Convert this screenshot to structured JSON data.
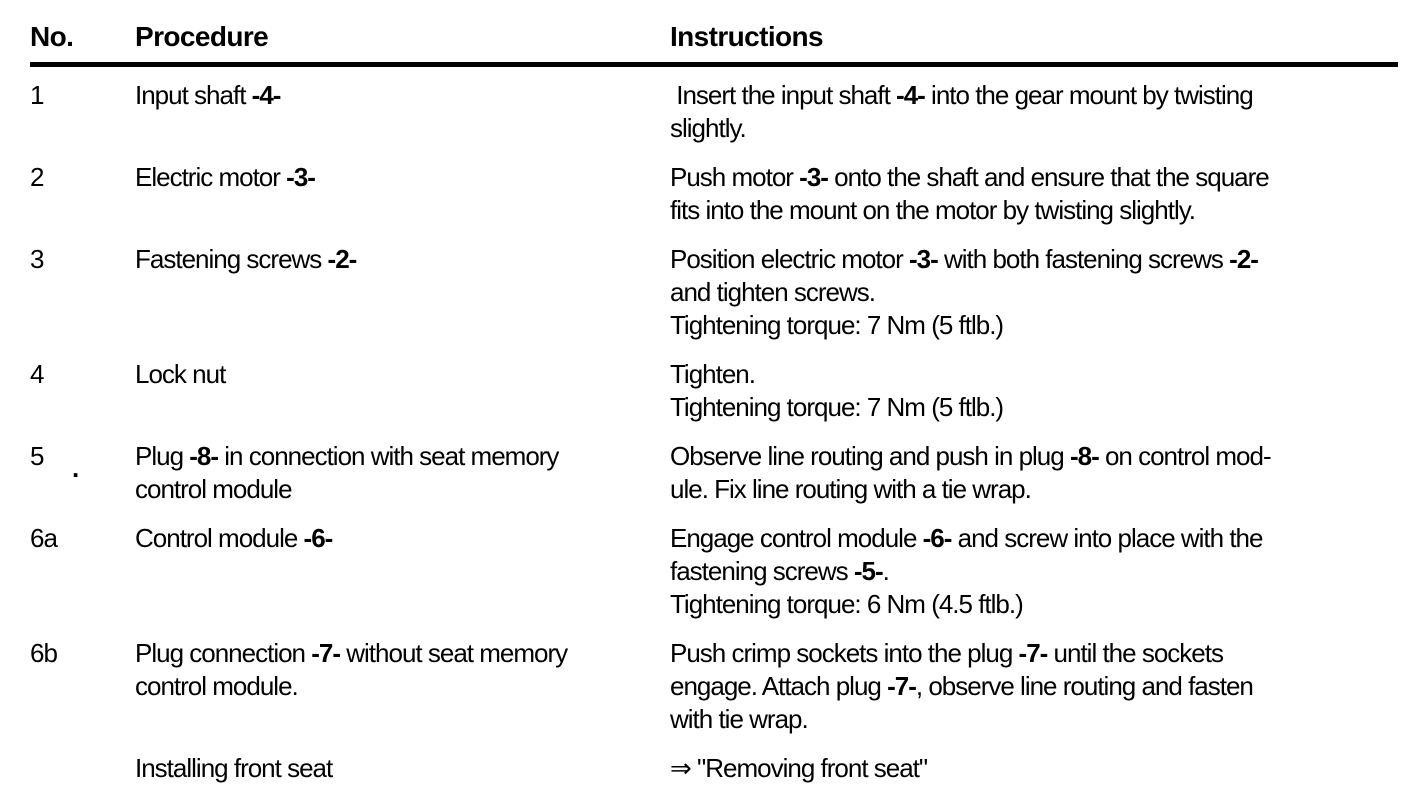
{
  "page": {
    "background": "#ffffff",
    "text_color": "#000000"
  },
  "table": {
    "columns": [
      {
        "id": "no",
        "label": "No."
      },
      {
        "id": "procedure",
        "label": "Procedure"
      },
      {
        "id": "instructions",
        "label": "Instructions"
      }
    ],
    "rows": [
      {
        "no": "1",
        "procedure": "Input shaft **-4-**",
        "instructions": " Insert the input shaft **-4-** into the gear mount by twisting\nslightly."
      },
      {
        "no": "2",
        "procedure": "Electric motor **-3-**",
        "instructions": "Push motor **-3-** onto the shaft and ensure that the square\nfits into the mount on the motor by twisting slightly."
      },
      {
        "no": "3",
        "procedure": "Fastening screws **-2-**",
        "instructions": "Position electric motor **-3-** with both fastening screws **-2-**\nand tighten screws.\nTightening torque: 7 Nm (5 ftlb.)"
      },
      {
        "no": "4",
        "procedure": "Lock nut",
        "instructions": "Tighten.\nTightening torque: 7 Nm (5 ftlb.)"
      },
      {
        "no": "5",
        "procedure": "Plug **-8-** in connection with seat memory\ncontrol module",
        "instructions": "Observe line routing and push in plug **-8-** on control mod-\nule. Fix line routing with a tie wrap."
      },
      {
        "no": "6a",
        "procedure": "Control module **-6-**",
        "instructions": "Engage control module **-6-** and screw into place with the\nfastening screws **-5-**.\nTightening torque: 6 Nm (4.5 ftlb.)"
      },
      {
        "no": "6b",
        "procedure": "Plug connection **-7-** without seat memory\ncontrol module.",
        "instructions": "Push crimp sockets into the plug **-7-** until the sockets\nengage. Attach plug **-7-**, observe line routing and fasten\nwith tie wrap."
      },
      {
        "no": "",
        "procedure": "Installing front seat",
        "instructions": "⇒ \"Removing front seat\""
      }
    ],
    "artifact_dot": "."
  }
}
